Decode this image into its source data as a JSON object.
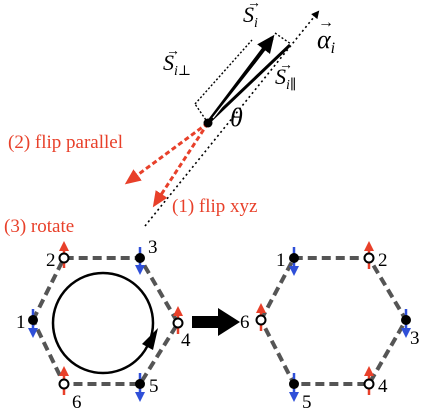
{
  "vectors": {
    "s_i": "S",
    "s_i_sub": "i",
    "alpha_i": "α",
    "alpha_i_sub": "i",
    "s_perp": "S",
    "s_perp_sub": "i⊥",
    "s_par": "S",
    "s_par_sub": "i∥",
    "theta": "θ"
  },
  "operations": {
    "flip_parallel": "(2) flip parallel",
    "flip_xyz": "(1) flip xyz",
    "rotate": "(3) rotate"
  },
  "left_ring_labels": [
    "1",
    "2",
    "3",
    "4",
    "5",
    "6"
  ],
  "right_ring_labels": [
    "1",
    "2",
    "3",
    "4",
    "5",
    "6"
  ],
  "colors": {
    "red": "#e8402a",
    "blue": "#2f4fd8",
    "black": "#000000",
    "dash": "#555555"
  }
}
